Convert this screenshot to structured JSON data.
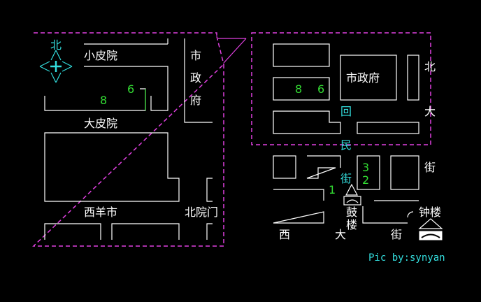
{
  "compass": {
    "north_label": "北"
  },
  "left_map": {
    "labels": {
      "xiaopiyuan": "小皮院",
      "dapiyuan": "大皮院",
      "xiyangshi": "西羊市",
      "beiyuanmen": "北院门",
      "shi": "市",
      "zheng": "政",
      "fu": "府"
    },
    "markers": {
      "m8": "8",
      "m6": "6"
    }
  },
  "right_map": {
    "labels": {
      "shizhengfu": "市政府",
      "hui": "回",
      "min": "民",
      "jie": "街",
      "bei": "北",
      "da": "大",
      "jie2": "街",
      "gu": "鼓",
      "lou": "楼",
      "zhonglou": "钟楼",
      "xi": "西",
      "da2": "大",
      "jie3": "街"
    },
    "markers": {
      "m8": "8",
      "m6": "6",
      "m3": "3",
      "m2": "2",
      "m1": "1"
    }
  },
  "credit": "Pic by:synyan",
  "colors": {
    "frame": "#e040e0",
    "street": "#33dddd",
    "marker": "#33dd33",
    "outline": "#ffffff",
    "background": "#000000"
  }
}
